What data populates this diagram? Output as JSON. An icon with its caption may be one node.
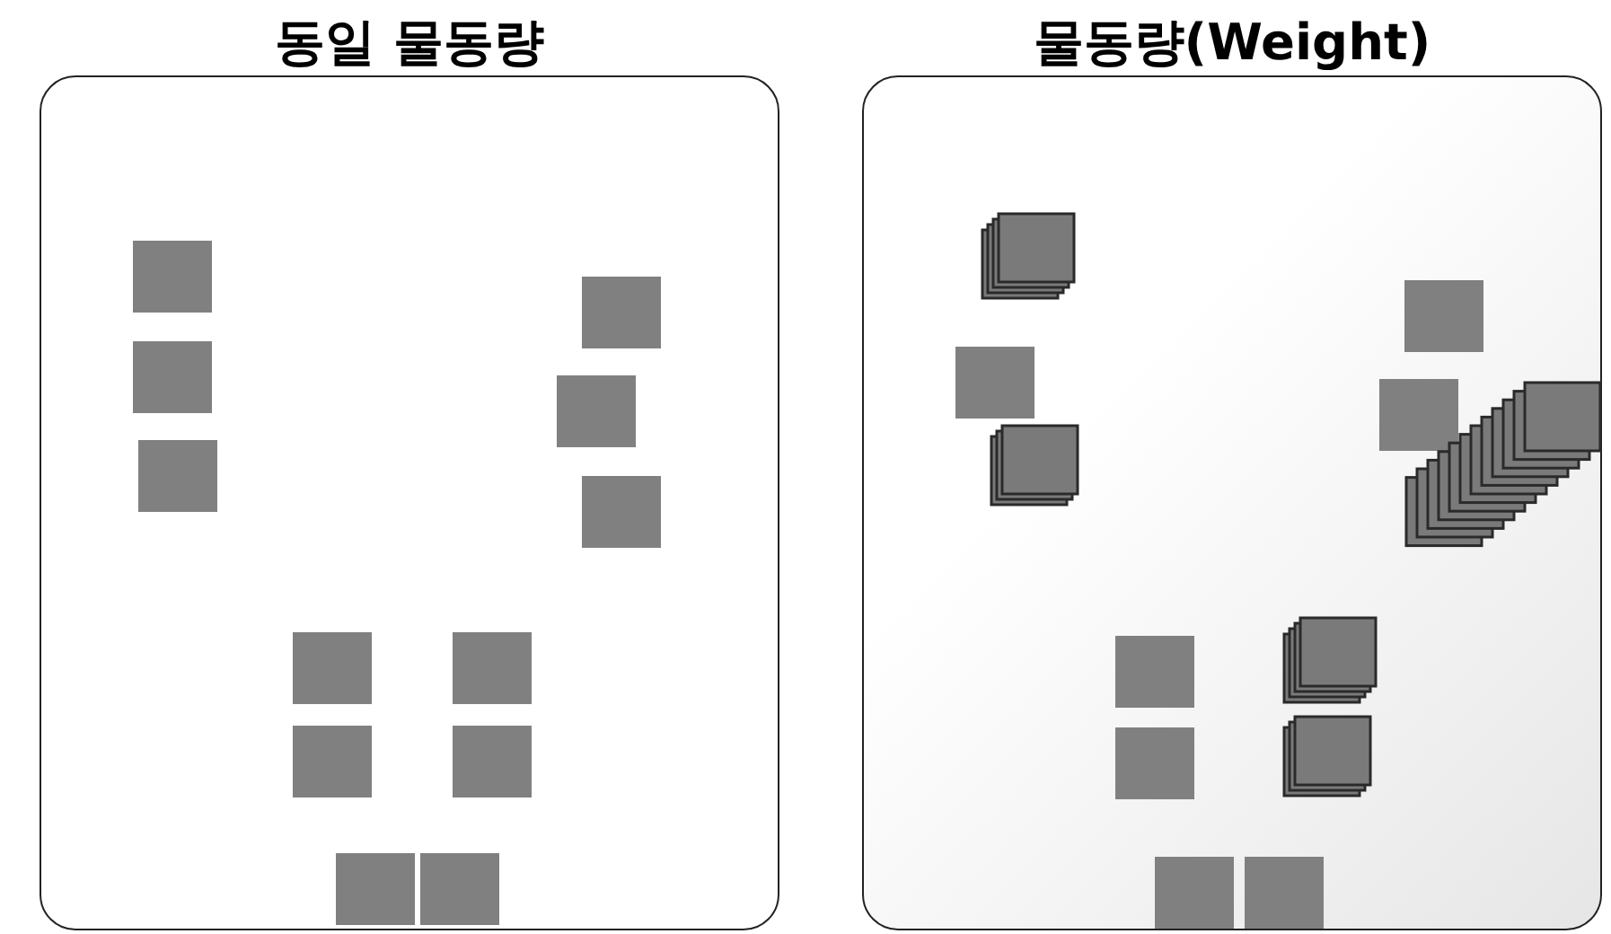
{
  "diagram": {
    "nodes": [
      {
        "text": [
          "동일 물동량"
        ]
      },
      {
        "text": [],
        "shape": "box",
        "in": 0
      },
      {
        "text": [],
        "shape": "box",
        "in": 0
      },
      {
        "text": [],
        "shape": "box",
        "in": 0
      },
      {
        "text": [],
        "shape": "box",
        "in": 0
      },
      {
        "text": [],
        "shape": "box",
        "in": 0
      },
      {
        "text": [],
        "shape": "box",
        "in": 0
      },
      {
        "text": [],
        "shape": "box",
        "in": 0
      },
      {
        "text": [],
        "shape": "box",
        "in": 0
      },
      {
        "text": [],
        "shape": "box",
        "in": 0
      },
      {
        "text": [],
        "shape": "box",
        "in": 0
      },
      {
        "text": [],
        "shape": "box",
        "in": 0
      },
      {
        "text": [],
        "shape": "box",
        "in": 0
      },
      {
        "text": [
          "물동량(Weight)"
        ]
      },
      {
        "text": [],
        "shape": "stack",
        "in": 13
      },
      {
        "text": [],
        "shape": "box",
        "in": 13
      },
      {
        "text": [],
        "shape": "stack",
        "in": 13
      },
      {
        "text": [],
        "shape": "box",
        "in": 13
      },
      {
        "text": [],
        "shape": "box",
        "in": 13
      },
      {
        "text": [],
        "shape": "stack",
        "in": 13
      },
      {
        "text": [],
        "shape": "box",
        "in": 13
      },
      {
        "text": [],
        "shape": "stack",
        "in": 13
      },
      {
        "text": [],
        "shape": "box",
        "in": 13
      },
      {
        "text": [],
        "shape": "stack",
        "in": 13
      },
      {
        "text": [],
        "shape": "box",
        "in": 13
      },
      {
        "text": [],
        "shape": "box",
        "in": 13
      }
    ]
  }
}
